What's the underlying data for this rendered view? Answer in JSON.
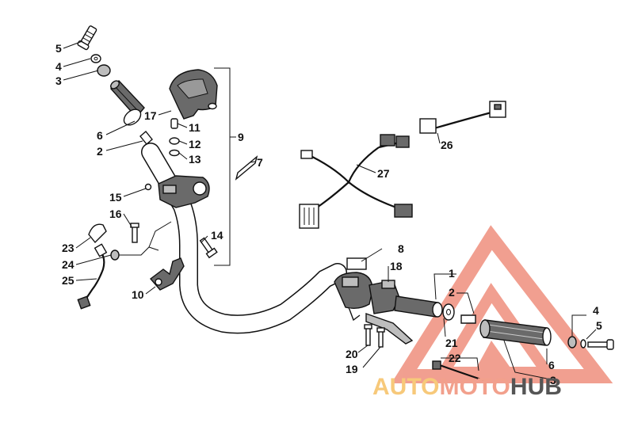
{
  "callouts": [
    {
      "id": "c5a",
      "text": "5"
    },
    {
      "id": "c4a",
      "text": "4"
    },
    {
      "id": "c3a",
      "text": "3"
    },
    {
      "id": "c6a",
      "text": "6"
    },
    {
      "id": "c2a",
      "text": "2"
    },
    {
      "id": "c17",
      "text": "17"
    },
    {
      "id": "c11",
      "text": "11"
    },
    {
      "id": "c12",
      "text": "12"
    },
    {
      "id": "c13",
      "text": "13"
    },
    {
      "id": "c9",
      "text": "9"
    },
    {
      "id": "c7",
      "text": "7"
    },
    {
      "id": "c15",
      "text": "15"
    },
    {
      "id": "c16",
      "text": "16"
    },
    {
      "id": "c14",
      "text": "14"
    },
    {
      "id": "c23",
      "text": "23"
    },
    {
      "id": "c24",
      "text": "24"
    },
    {
      "id": "c25",
      "text": "25"
    },
    {
      "id": "c10",
      "text": "10"
    },
    {
      "id": "c27",
      "text": "27"
    },
    {
      "id": "c26",
      "text": "26"
    },
    {
      "id": "c8",
      "text": "8"
    },
    {
      "id": "c18",
      "text": "18"
    },
    {
      "id": "c1",
      "text": "1"
    },
    {
      "id": "c2b",
      "text": "2"
    },
    {
      "id": "c21",
      "text": "21"
    },
    {
      "id": "c20",
      "text": "20"
    },
    {
      "id": "c19",
      "text": "19"
    },
    {
      "id": "c22",
      "text": "22"
    },
    {
      "id": "c6b",
      "text": "6"
    },
    {
      "id": "c3b",
      "text": "3"
    },
    {
      "id": "c4b",
      "text": "4"
    },
    {
      "id": "c5b",
      "text": "5"
    }
  ],
  "watermark": {
    "part1": "AUTO",
    "part2": "MOTO",
    "part3": "HUB",
    "color_primary": "#f2a08c",
    "color_accent": "#f7c97a",
    "color_dark": "#555555"
  }
}
